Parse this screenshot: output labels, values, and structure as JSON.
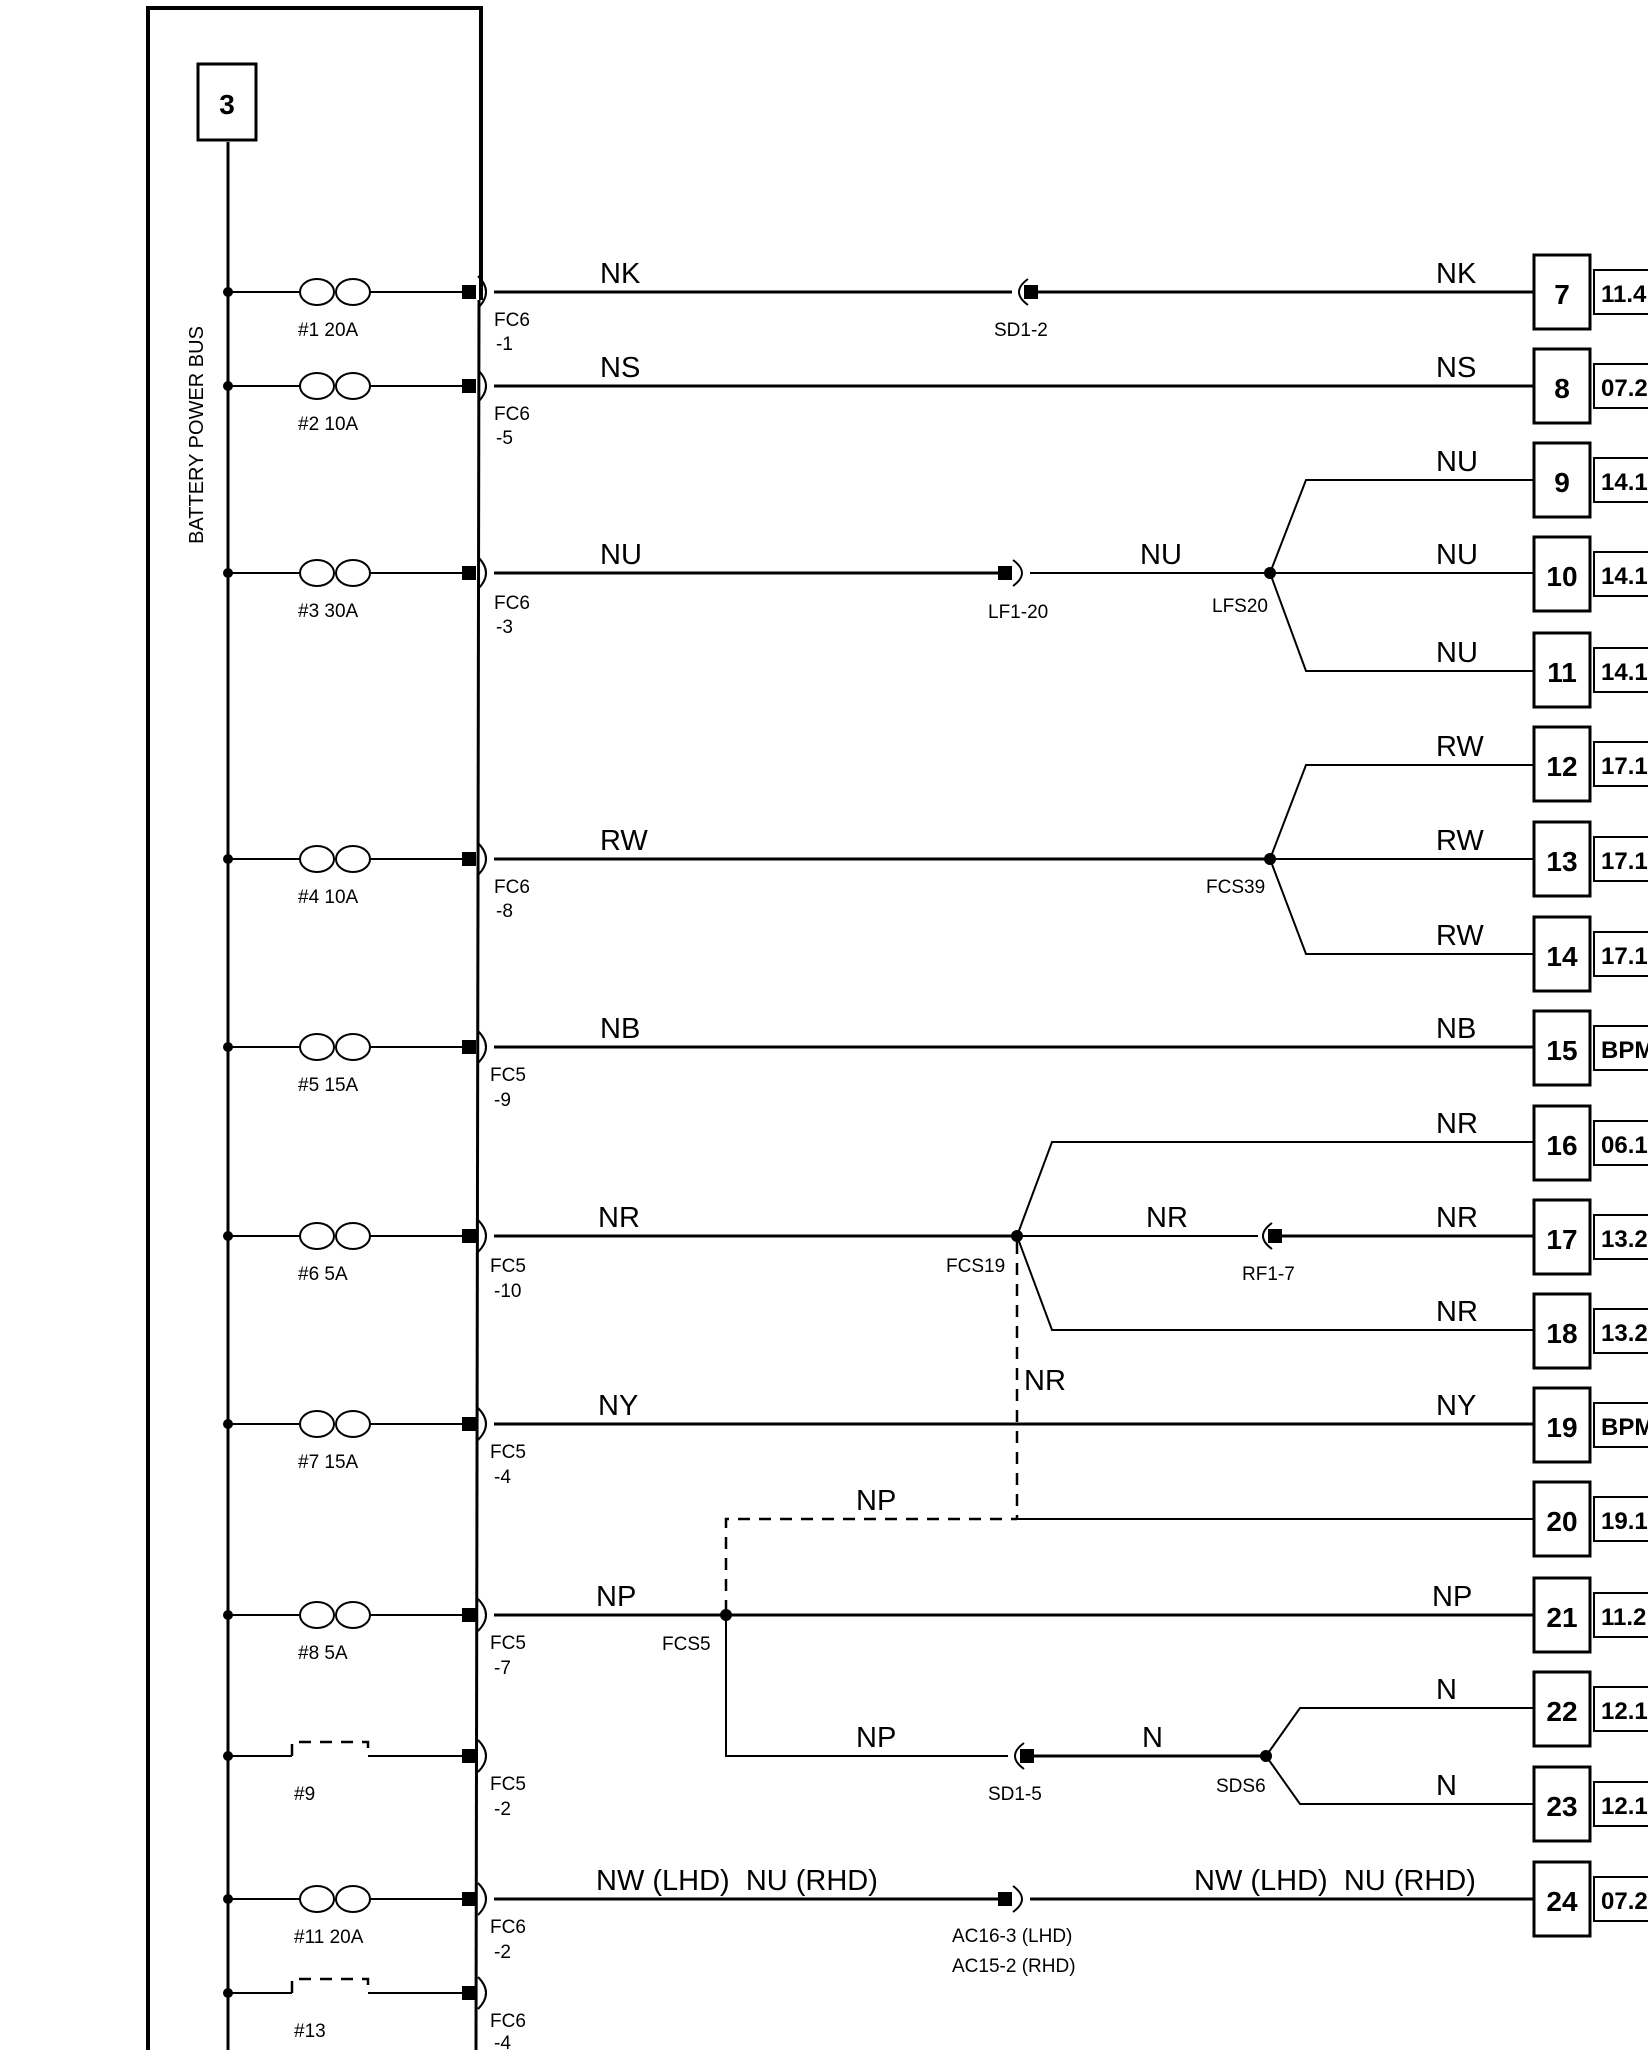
{
  "bus": {
    "label": "BATTERY POWER BUS",
    "source_ref": "3"
  },
  "circuits": [
    {
      "fuse": "#1 20A",
      "fuse_type": "fuse",
      "connector": [
        "FC6",
        "-1"
      ],
      "color": "NK",
      "inline": "SD1-2",
      "splice": null,
      "branches": [
        {
          "color": "NK",
          "ref": "7",
          "page": "11.4"
        }
      ]
    },
    {
      "fuse": "#2 10A",
      "fuse_type": "fuse",
      "connector": [
        "FC6",
        "-5"
      ],
      "color": "NS",
      "inline": null,
      "splice": null,
      "branches": [
        {
          "color": "NS",
          "ref": "8",
          "page": "07.2"
        }
      ]
    },
    {
      "fuse": "#3 30A",
      "fuse_type": "fuse",
      "connector": [
        "FC6",
        "-3"
      ],
      "color": "NU",
      "inline": "LF1-20",
      "after_inline_color": "NU",
      "splice": "LFS20",
      "branches": [
        {
          "color": "NU",
          "ref": "9",
          "page": "14.1"
        },
        {
          "color": "NU",
          "ref": "10",
          "page": "14.1"
        },
        {
          "color": "NU",
          "ref": "11",
          "page": "14.1"
        }
      ]
    },
    {
      "fuse": "#4 10A",
      "fuse_type": "fuse",
      "connector": [
        "FC6",
        "-8"
      ],
      "color": "RW",
      "inline": null,
      "splice": "FCS39",
      "branches": [
        {
          "color": "RW",
          "ref": "12",
          "page": "17.1"
        },
        {
          "color": "RW",
          "ref": "13",
          "page": "17.1"
        },
        {
          "color": "RW",
          "ref": "14",
          "page": "17.1"
        }
      ]
    },
    {
      "fuse": "#5 15A",
      "fuse_type": "fuse",
      "connector": [
        "FC5",
        "-9"
      ],
      "color": "NB",
      "inline": null,
      "splice": null,
      "branches": [
        {
          "color": "NB",
          "ref": "15",
          "page": "BPM"
        }
      ]
    },
    {
      "fuse": "#6 5A",
      "fuse_type": "fuse",
      "connector": [
        "FC5",
        "-10"
      ],
      "color": "NR",
      "inline": null,
      "splice": "FCS19",
      "branches": [
        {
          "color": "NR",
          "ref": "16",
          "page": "06.1"
        },
        {
          "color": "NR",
          "ref": "17",
          "page": "13.2",
          "inline": "RF1-7",
          "inline_color": "NR"
        },
        {
          "color": "NR",
          "ref": "18",
          "page": "13.2"
        }
      ]
    },
    {
      "fuse": "#7 15A",
      "fuse_type": "fuse",
      "connector": [
        "FC5",
        "-4"
      ],
      "color": "NY",
      "inline": null,
      "splice": null,
      "branches": [
        {
          "color": "NY",
          "ref": "19",
          "page": "BPM"
        }
      ]
    },
    {
      "fuse": "#8 5A",
      "fuse_type": "fuse",
      "connector": [
        "FC5",
        "-7"
      ],
      "color": "NP",
      "inline": null,
      "splice": "FCS5",
      "branches": [
        {
          "color": "NP",
          "ref": "21",
          "page": "11.2"
        }
      ]
    },
    {
      "fuse": "#9",
      "fuse_type": "optional",
      "connector": [
        "FC5",
        "-2"
      ],
      "color": null,
      "inline": null,
      "splice": null,
      "branches": []
    },
    {
      "fuse": "#11 20A",
      "fuse_type": "fuse",
      "connector": [
        "FC6",
        "-2"
      ],
      "color": "NW (LHD)  NU (RHD)",
      "inline": [
        "AC16-3 (LHD)",
        "AC15-2 (RHD)"
      ],
      "splice": null,
      "branches": [
        {
          "color": "NW (LHD)  NU (RHD)",
          "ref": "24",
          "page": "07.2"
        }
      ]
    },
    {
      "fuse": "#13",
      "fuse_type": "optional",
      "connector": [
        "FC6",
        "-4"
      ],
      "color": null,
      "inline": null,
      "splice": null,
      "branches": []
    }
  ],
  "optional_links": {
    "nr_drop": "NR",
    "np_dashed": "NP",
    "ref_20": {
      "ref": "20",
      "page": "19.1"
    },
    "fcs5_lower": {
      "color": "NP",
      "inline": "SD1-5",
      "after_inline_color": "N",
      "splice": "SDS6"
    },
    "ref_22": {
      "color": "N",
      "ref": "22",
      "page": "12.1"
    },
    "ref_23": {
      "color": "N",
      "ref": "23",
      "page": "12.1"
    }
  }
}
